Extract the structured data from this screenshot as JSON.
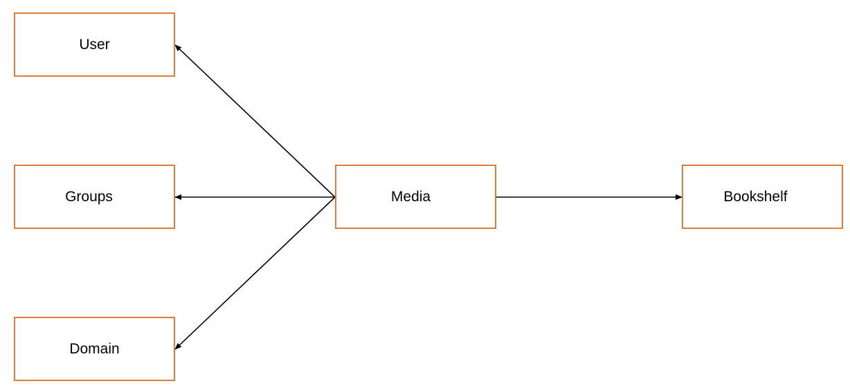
{
  "diagram": {
    "nodes": {
      "user": "User",
      "groups": "Groups",
      "domain": "Domain",
      "media": "Media",
      "bookshelf": "Bookshelf"
    },
    "edges": [
      {
        "from": "media",
        "to": "user"
      },
      {
        "from": "media",
        "to": "groups"
      },
      {
        "from": "media",
        "to": "domain"
      },
      {
        "from": "media",
        "to": "bookshelf"
      }
    ],
    "colors": {
      "node_border": "#e07b39",
      "edge": "#000000"
    }
  }
}
